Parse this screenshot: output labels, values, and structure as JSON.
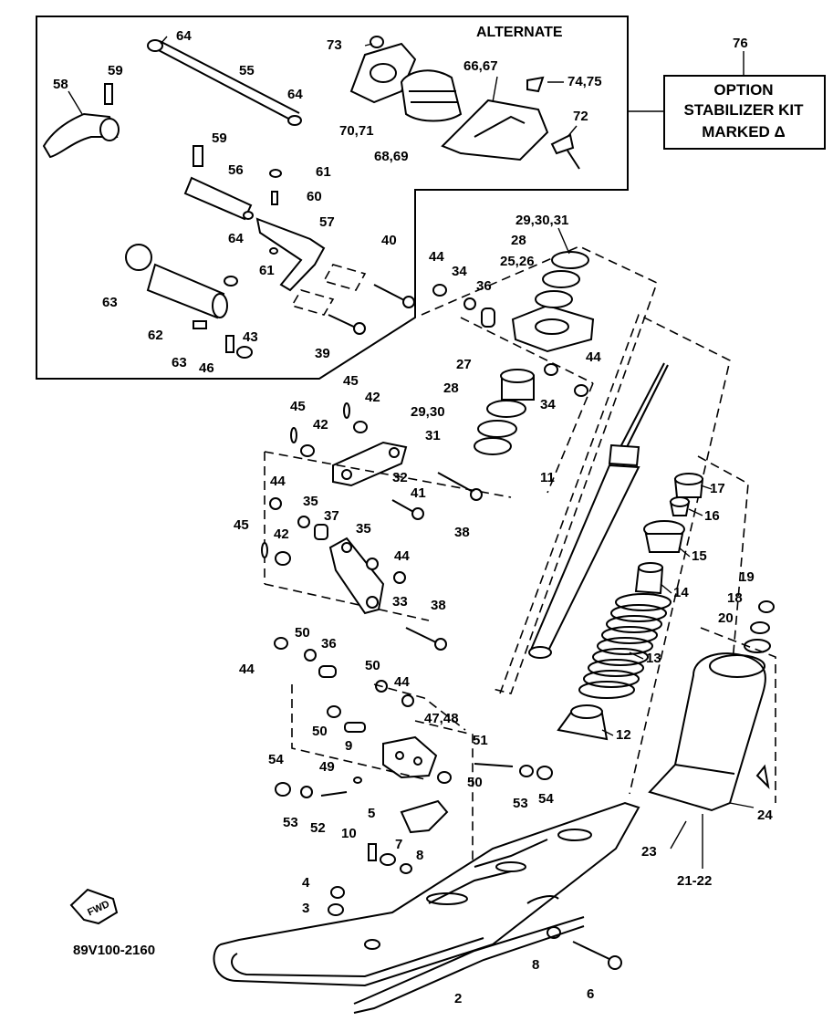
{
  "alternate_label": "ALTERNATE",
  "option_box": {
    "number": "76",
    "line1": "OPTION",
    "line2": "STABILIZER KIT",
    "line3": "MARKED Δ"
  },
  "diagram_code": "89V100-2160",
  "front_marker": "FWD",
  "callouts": [
    "64",
    "59",
    "55",
    "58",
    "64",
    "73",
    "66,67",
    "74,75",
    "72",
    "70,71",
    "68,69",
    "59",
    "61",
    "56",
    "60",
    "64",
    "57",
    "61",
    "40",
    "63",
    "62",
    "43",
    "63",
    "46",
    "39",
    "29,30,31",
    "28",
    "44",
    "34",
    "25,26",
    "36",
    "27",
    "44",
    "28",
    "34",
    "29,30",
    "31",
    "45",
    "42",
    "45",
    "42",
    "32",
    "44",
    "35",
    "37",
    "41",
    "38",
    "11",
    "17",
    "16",
    "15",
    "45",
    "42",
    "35",
    "44",
    "33",
    "38",
    "14",
    "19",
    "18",
    "20",
    "44",
    "50",
    "36",
    "13",
    "50",
    "44",
    "47,48",
    "12",
    "50",
    "9",
    "51",
    "49",
    "50",
    "54",
    "53",
    "54",
    "53",
    "52",
    "5",
    "10",
    "7",
    "8",
    "4",
    "3",
    "8",
    "6",
    "2",
    "23",
    "24",
    "21-22"
  ]
}
